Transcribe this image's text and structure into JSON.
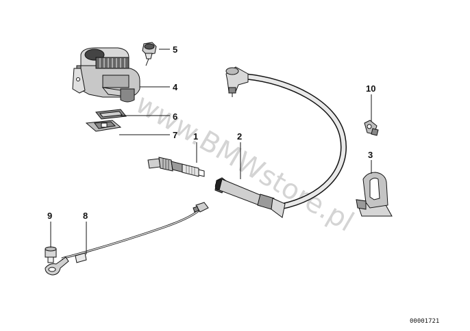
{
  "diagram": {
    "watermark": "www.BMWstore.pl",
    "reference_code": "00001721",
    "callouts": [
      "1",
      "2",
      "3",
      "4",
      "5",
      "6",
      "7",
      "8",
      "9",
      "10"
    ]
  }
}
